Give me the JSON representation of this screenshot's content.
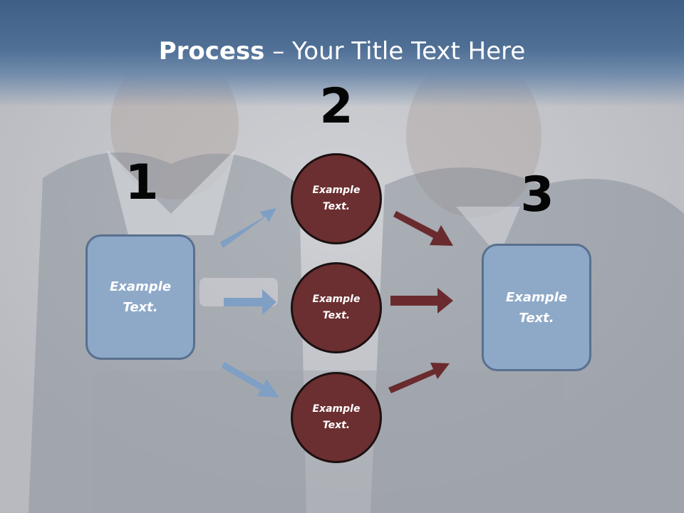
{
  "title": {
    "bold": "Process",
    "rest": " – Your Title Text Here"
  },
  "steps": {
    "one": "1",
    "two": "2",
    "three": "3"
  },
  "left_box": {
    "line1": "Example",
    "line2": "Text."
  },
  "right_box": {
    "line1": "Example",
    "line2": "Text."
  },
  "circles": [
    {
      "line1": "Example",
      "line2": "Text."
    },
    {
      "line1": "Example",
      "line2": "Text."
    },
    {
      "line1": "Example",
      "line2": "Text."
    }
  ],
  "colors": {
    "blue_box": "#8ea9c8",
    "circle": "#6b2f31",
    "blue_arrow": "#7f9fc4",
    "red_arrow": "#6a2b2e"
  }
}
